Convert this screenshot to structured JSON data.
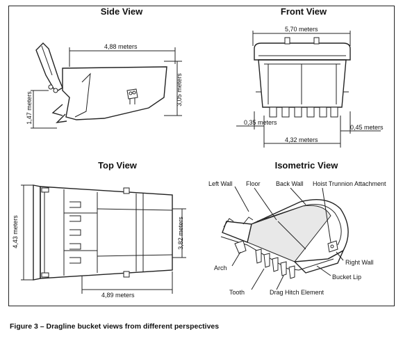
{
  "views": {
    "side": "Side View",
    "front": "Front View",
    "top": "Top View",
    "iso": "Isometric View"
  },
  "dims": {
    "side_length": "4,88 meters",
    "side_height": "3,05 meters",
    "side_tooth": "1,47 meters",
    "front_width": "5,70 meters",
    "front_left": "0,35 meters",
    "front_right": "0,45 meters",
    "front_inner": "4,32 meters",
    "top_width": "4,43 meters",
    "top_inner": "3,82 meters",
    "top_length": "4,89 meters"
  },
  "labels": {
    "left_wall": "Left Wall",
    "floor": "Floor",
    "back_wall": "Back Wall",
    "hoist": "Hoist Trunnion Attachment",
    "right_wall": "Right Wall",
    "bucket_lip": "Bucket Lip",
    "arch": "Arch",
    "tooth": "Tooth",
    "drag_hitch": "Drag Hitch Element"
  },
  "caption": "Figure 3 – Dragline bucket views from different perspectives"
}
